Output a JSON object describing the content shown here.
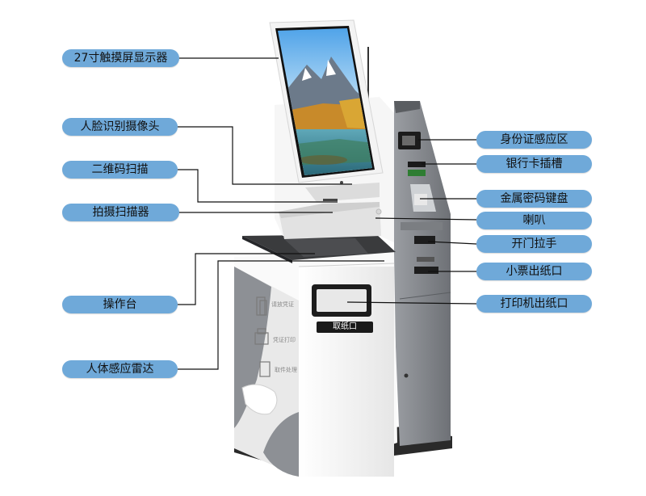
{
  "labels_left": [
    "27寸触摸屏显示器",
    "人脸识别摄像头",
    "二维码扫描",
    "拍摄扫描器",
    "操作台",
    "人体感应雷达"
  ],
  "labels_right": [
    "身份证感应区",
    "银行卡插槽",
    "金属密码键盘",
    "喇叭",
    "开门拉手",
    "小票出纸口",
    "打印机出纸口"
  ],
  "kiosk_text": {
    "take_paper": "取纸口",
    "side_icons": [
      "请放凭证",
      "凭证打印",
      "取件处理"
    ]
  },
  "colors": {
    "label_bg": "#6fa9d9",
    "leader_line": "#111111",
    "body_white": "#f4f4f4",
    "body_grey": "#8a8d92"
  }
}
